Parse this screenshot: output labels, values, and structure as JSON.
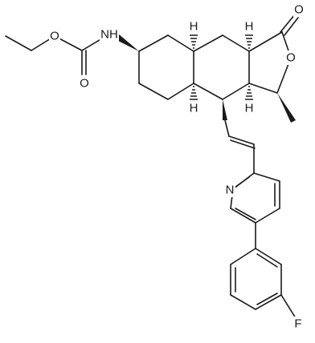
{
  "atom_labels": {
    "oxygen_ester_chain": "O",
    "nh": "NH",
    "oxygen_carbamate": "O",
    "oxygen_lactone_carbonyl": "O",
    "oxygen_lactone_ring": "O",
    "h_ring_junction_top": "H",
    "h_lactone_top": "H",
    "h_ring_junction_bottom": "H",
    "h_lactone_bottom": "H",
    "nitrogen_pyridine": "N",
    "fluorine": "F"
  }
}
